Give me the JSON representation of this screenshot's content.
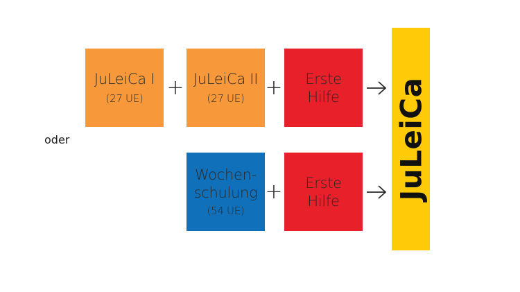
{
  "colors": {
    "orange": "#F7993B",
    "red": "#E8202A",
    "blue": "#1070BA",
    "yellow": "#FFCB08"
  },
  "row1": {
    "box1": {
      "label": "JuLeiCa I",
      "sub": "(27 UE)"
    },
    "plus1": "+",
    "box2": {
      "label": "JuLeiCa II",
      "sub": "(27 UE)"
    },
    "plus2": "+",
    "box3": {
      "label1": "Erste",
      "label2": "Hilfe"
    },
    "arrow_icon": "right-arrow-icon"
  },
  "separator": "oder",
  "row2": {
    "box1": {
      "label1": "Wochen-",
      "label2": "schulung",
      "sub": "(54 UE)"
    },
    "plus1": "+",
    "box2": {
      "label1": "Erste",
      "label2": "Hilfe"
    },
    "arrow_icon": "right-arrow-icon"
  },
  "result": {
    "label": "JuLeiCa"
  }
}
